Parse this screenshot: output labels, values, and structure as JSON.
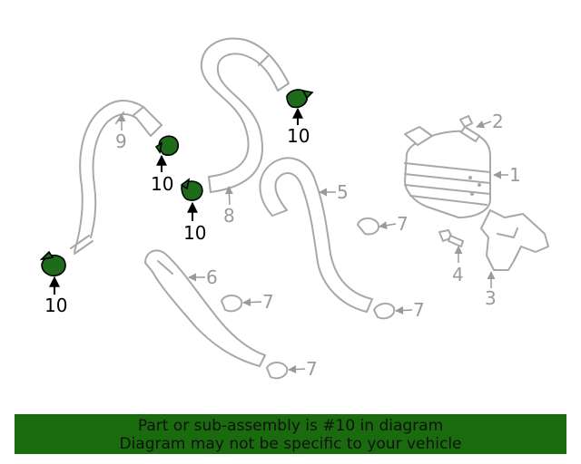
{
  "callouts": {
    "c1": "1",
    "c2": "2",
    "c3": "3",
    "c4": "4",
    "c5": "5",
    "c6": "6",
    "c7": "7",
    "c8": "8",
    "c9": "9",
    "c10": "10"
  },
  "banner": {
    "line1": "Part or sub-assembly is #10 in diagram",
    "line2": "Diagram may not be specific to your vehicle"
  },
  "colors": {
    "highlight": "#1e6b1a",
    "banner_bg": "#1a6b0e",
    "line_art": "#a8a8a8"
  }
}
